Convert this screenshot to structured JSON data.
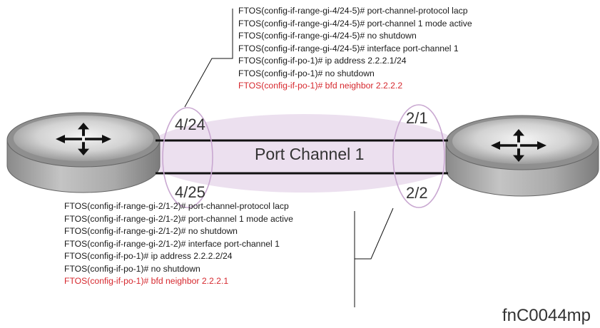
{
  "link": {
    "label": "Port Channel 1",
    "left_ports": [
      "4/24",
      "4/25"
    ],
    "right_ports": [
      "2/1",
      "2/2"
    ]
  },
  "cli_top": {
    "lines": [
      "FTOS(config-if-range-gi-4/24-5)# port-channel-protocol lacp",
      "FTOS(config-if-range-gi-4/24-5)# port-channel 1 mode active",
      "FTOS(config-if-range-gi-4/24-5)# no shutdown",
      "FTOS(config-if-range-gi-4/24-5)# interface port-channel 1",
      "FTOS(config-if-po-1)# ip address 2.2.2.1/24",
      "FTOS(config-if-po-1)# no shutdown",
      "FTOS(config-if-po-1)# bfd neighbor 2.2.2.2"
    ]
  },
  "cli_bottom": {
    "lines": [
      "FTOS(config-if-range-gi-2/1-2)# port-channel-protocol lacp",
      "FTOS(config-if-range-gi-2/1-2)# port-channel 1 mode active",
      "FTOS(config-if-range-gi-2/1-2)# no shutdown",
      "FTOS(config-if-range-gi-2/1-2)# interface port-channel 1",
      "FTOS(config-if-po-1)# ip address 2.2.2.2/24",
      "FTOS(config-if-po-1)# no shutdown",
      "FTOS(config-if-po-1)# bfd neighbor 2.2.2.1"
    ]
  },
  "figure_id": "fnC0044mp",
  "colors": {
    "highlight_text": "#d6282e",
    "port_channel_band": "#ece0ef",
    "port_ring": "#c9a8d1",
    "link_line": "#111111"
  },
  "icons": {
    "left_router": "router-icon",
    "right_router": "router-icon"
  }
}
